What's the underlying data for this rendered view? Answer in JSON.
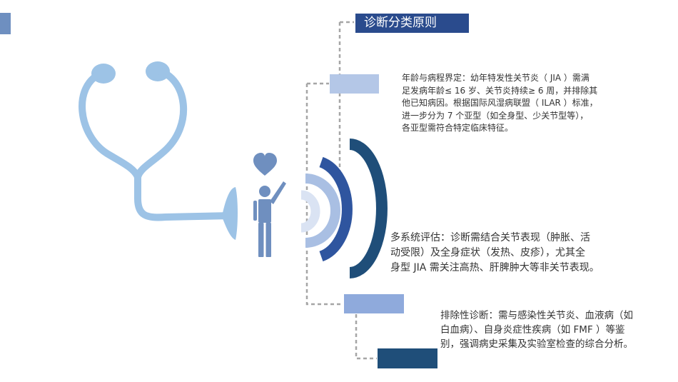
{
  "title": "诊断分类原则",
  "items": [
    {
      "lines": [
        "年龄与病程界定：幼年特发性关节炎（ JIA ）需满",
        "足发病年龄≤ 16 岁、关节炎持续≥ 6 周，并排除其",
        "他已知病因。根据国际风湿病联盟（ ILAR ）标准，",
        "进一步分为 7 个亚型（如全身型、少关节型等），",
        "各亚型需符合特定临床特征。"
      ]
    },
    {
      "lines": [
        "多系统评估：诊断需结合关节表现（肿胀、活",
        "动受限）及全身症状（发热、皮疹），尤其全",
        "身型 JIA 需关注高热、肝脾肿大等非关节表现。"
      ]
    },
    {
      "lines": [
        "排除性诊断：需与感染性关节炎、血液病（如",
        "白血病）、自身炎症性疾病（如 FMF ）等鉴",
        "别，强调病史采集及实验室检查的综合分析。"
      ]
    }
  ],
  "colors": {
    "accent_dark": "#2a4b8d",
    "navy": "#1f4e79",
    "light_blue": "#b4c7e7",
    "mid_blue": "#8faadc",
    "stethoscope": "#9dc3e6",
    "figure": "#6f8fbf",
    "corner": "#6e8fc0",
    "dash": "#a6a6a6",
    "text": "#333333"
  },
  "icons": [
    "stethoscope-icon",
    "heart-icon",
    "person-icon",
    "signal-waves-icon"
  ]
}
